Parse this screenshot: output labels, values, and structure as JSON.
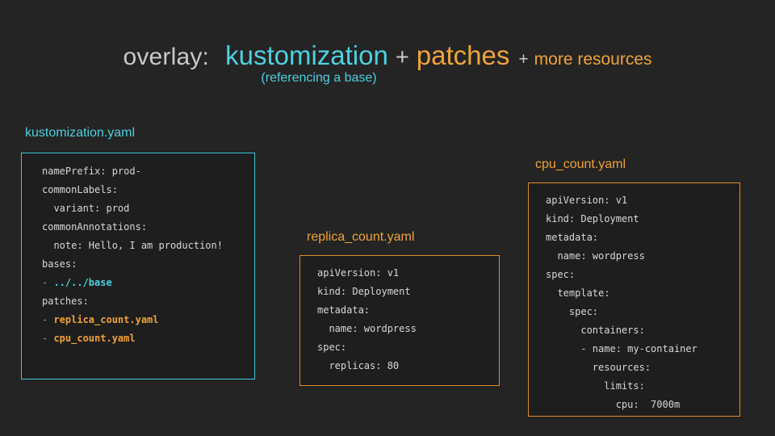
{
  "heading": {
    "overlay_label": "overlay:",
    "kustomization_label": "kustomization",
    "plus_1": "+",
    "patches_label": "patches",
    "plus_2": "+",
    "more_resources_label": "more resources",
    "subtitle": "(referencing a base)",
    "colors": {
      "background": "#242424",
      "grey_text": "#c9c9c9",
      "cyan": "#4ed0e0",
      "orange": "#f0a338"
    }
  },
  "cards": [
    {
      "id": "kustomization",
      "accent": "cyan",
      "filename": "kustomization.yaml",
      "lines": [
        [
          {
            "t": "namePrefix: prod-",
            "s": "plain"
          }
        ],
        [
          {
            "t": "commonLabels:",
            "s": "plain"
          }
        ],
        [
          {
            "t": "  variant: prod",
            "s": "plain"
          }
        ],
        [
          {
            "t": "commonAnnotations:",
            "s": "plain"
          }
        ],
        [
          {
            "t": "  note: Hello, I am production!",
            "s": "plain"
          }
        ],
        [
          {
            "t": "bases:",
            "s": "plain"
          }
        ],
        [
          {
            "t": "- ",
            "s": "dash"
          },
          {
            "t": "../../base",
            "s": "hl-cyan"
          }
        ],
        [
          {
            "t": "patches:",
            "s": "plain"
          }
        ],
        [
          {
            "t": "- ",
            "s": "dash"
          },
          {
            "t": "replica_count.yaml",
            "s": "hl-orange"
          }
        ],
        [
          {
            "t": "- ",
            "s": "dash"
          },
          {
            "t": "cpu_count.yaml",
            "s": "hl-orange"
          }
        ]
      ]
    },
    {
      "id": "replica",
      "accent": "orange",
      "filename": "replica_count.yaml",
      "lines": [
        [
          {
            "t": "apiVersion: v1",
            "s": "plain"
          }
        ],
        [
          {
            "t": "kind: Deployment",
            "s": "plain"
          }
        ],
        [
          {
            "t": "metadata:",
            "s": "plain"
          }
        ],
        [
          {
            "t": "  name: wordpress",
            "s": "plain"
          }
        ],
        [
          {
            "t": "spec:",
            "s": "plain"
          }
        ],
        [
          {
            "t": "  replicas: 80",
            "s": "plain"
          }
        ]
      ]
    },
    {
      "id": "cpu",
      "accent": "orange",
      "filename": "cpu_count.yaml",
      "lines": [
        [
          {
            "t": "apiVersion: v1",
            "s": "plain"
          }
        ],
        [
          {
            "t": "kind: Deployment",
            "s": "plain"
          }
        ],
        [
          {
            "t": "metadata:",
            "s": "plain"
          }
        ],
        [
          {
            "t": "  name: wordpress",
            "s": "plain"
          }
        ],
        [
          {
            "t": "spec:",
            "s": "plain"
          }
        ],
        [
          {
            "t": "  template:",
            "s": "plain"
          }
        ],
        [
          {
            "t": "    spec:",
            "s": "plain"
          }
        ],
        [
          {
            "t": "      containers:",
            "s": "plain"
          }
        ],
        [
          {
            "t": "      - name: my-container",
            "s": "plain"
          }
        ],
        [
          {
            "t": "        resources:",
            "s": "plain"
          }
        ],
        [
          {
            "t": "          limits:",
            "s": "plain"
          }
        ],
        [
          {
            "t": "            cpu:  7000m",
            "s": "plain"
          }
        ]
      ]
    }
  ]
}
